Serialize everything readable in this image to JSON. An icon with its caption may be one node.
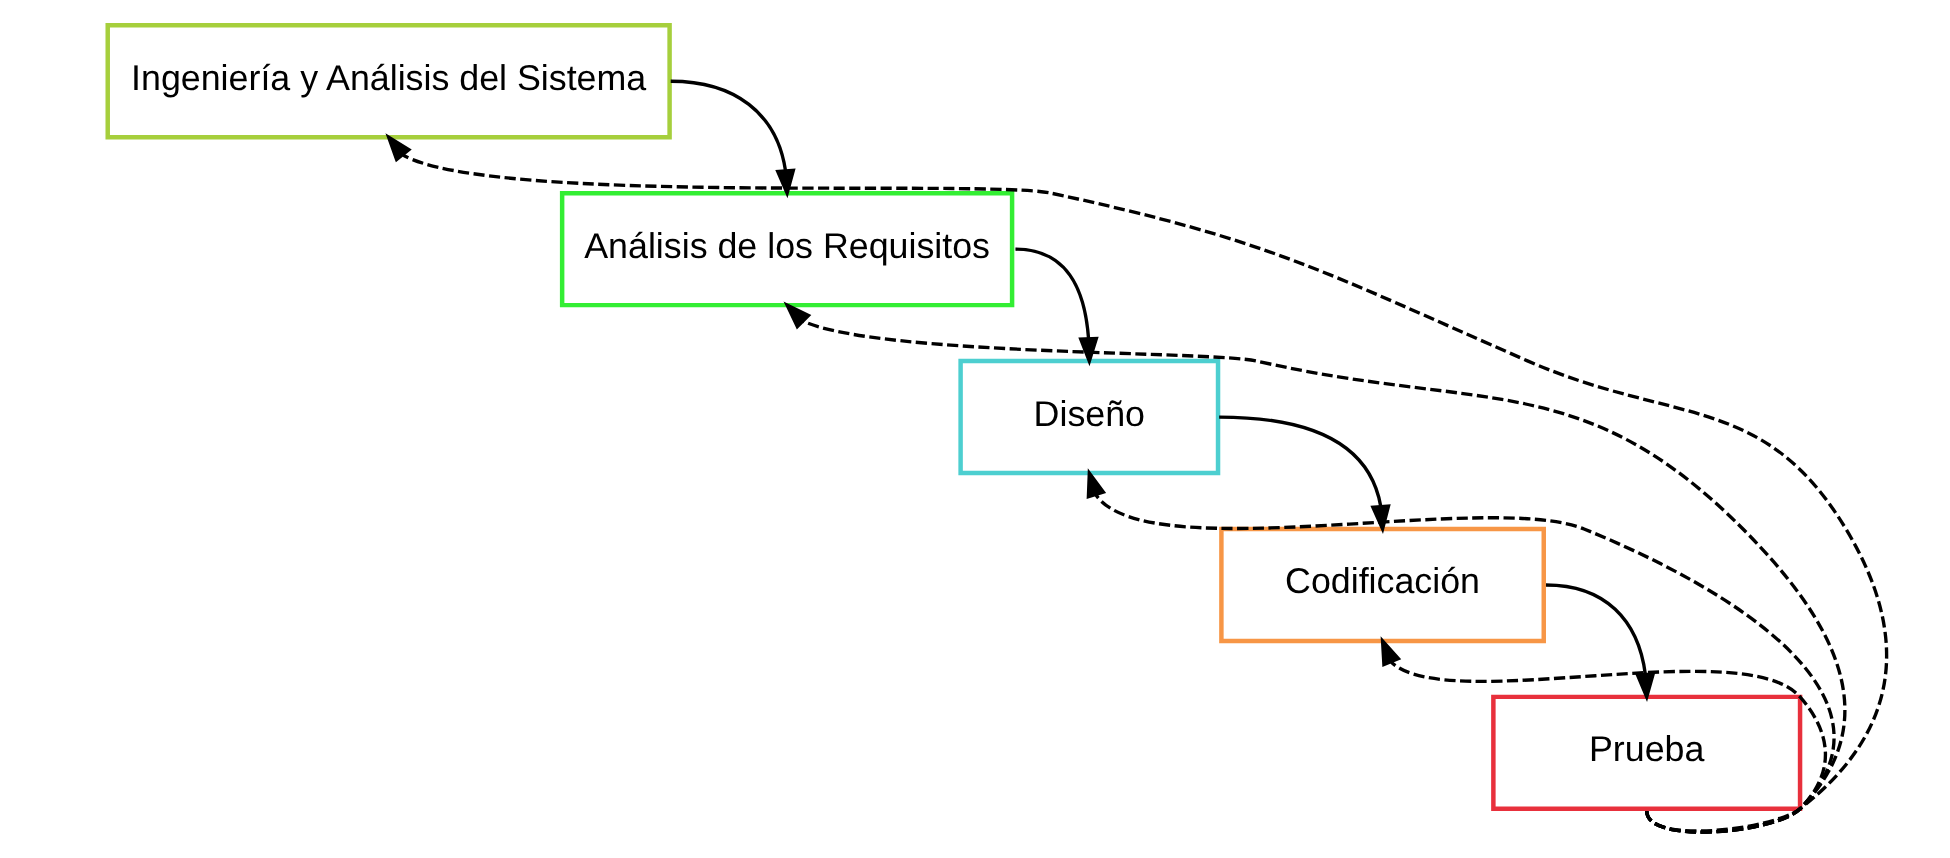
{
  "diagram": {
    "nodes": [
      {
        "text": [
          "Ingeniería y Análisis del Sistema"
        ]
      },
      {
        "text": [
          "Análisis de los Requisitos"
        ]
      },
      {
        "text": [
          "Diseño"
        ]
      },
      {
        "text": [
          "Codificación"
        ]
      },
      {
        "text": [
          "Prueba"
        ]
      }
    ],
    "edges": [
      {
        "from": 0,
        "to": 1,
        "arrow": "to"
      },
      {
        "from": 1,
        "to": 2,
        "arrow": "to"
      },
      {
        "from": 2,
        "to": 3,
        "arrow": "to"
      },
      {
        "from": 3,
        "to": 4,
        "arrow": "to"
      },
      {
        "from": 4,
        "to": 3,
        "arrow": "to",
        "style": "dashed"
      },
      {
        "from": 4,
        "to": 2,
        "arrow": "to",
        "style": "dashed"
      },
      {
        "from": 4,
        "to": 1,
        "arrow": "to",
        "style": "dashed"
      },
      {
        "from": 4,
        "to": 0,
        "arrow": "to",
        "style": "dashed"
      }
    ]
  }
}
